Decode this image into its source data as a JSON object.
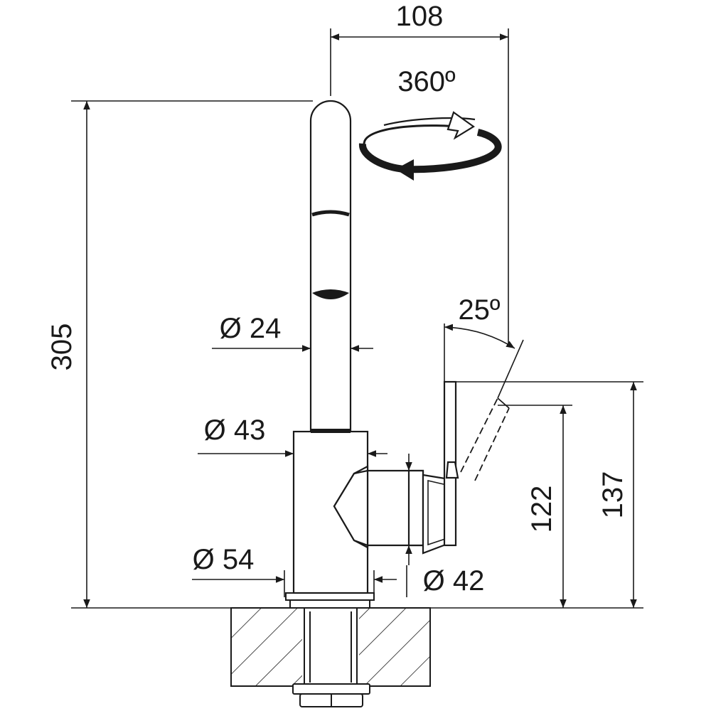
{
  "diagram": {
    "dimensions": {
      "total_height": "305",
      "spout_reach": "108",
      "rotation_angle": "360º",
      "lever_angle": "25º",
      "spout_diameter": "Ø 24",
      "body_diameter": "Ø 43",
      "base_diameter": "Ø 54",
      "lever_hub_diameter": "Ø 42",
      "lever_height": "122",
      "overall_lever_height": "137"
    },
    "colors": {
      "line": "#1a1a1a",
      "background": "#ffffff"
    }
  }
}
